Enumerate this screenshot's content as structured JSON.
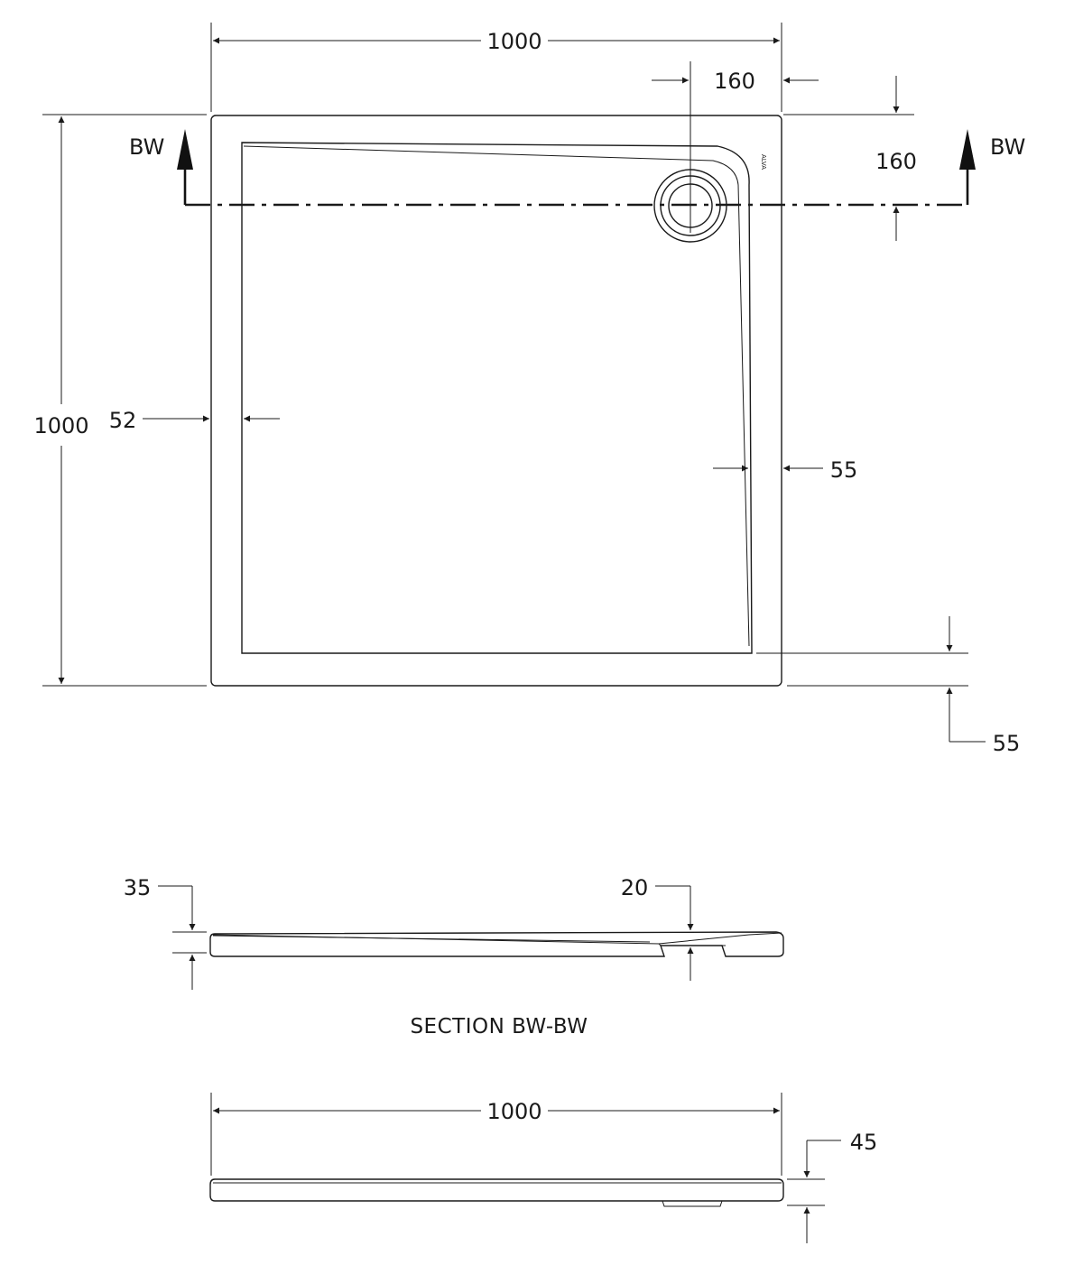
{
  "plan_view": {
    "dim_width": "1000",
    "dim_height": "1000",
    "dim_waste_from_right": "160",
    "dim_waste_from_top": "160",
    "dim_left_rim": "52",
    "dim_right_rim": "55",
    "dim_bottom_rim": "55",
    "section_marker_left": "BW",
    "section_marker_right": "BW",
    "logo_text": "ALVA"
  },
  "section_view": {
    "dim_tray_thickness": "35",
    "dim_waste_depth": "20",
    "title": "SECTION BW-BW"
  },
  "side_view": {
    "dim_width": "1000",
    "dim_height": "45"
  }
}
